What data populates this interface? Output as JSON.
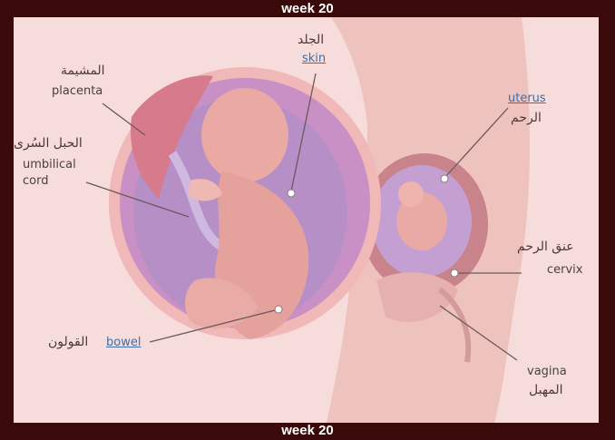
{
  "banner": {
    "top": "week 20",
    "bottom": "week 20"
  },
  "labels": {
    "skin_ar": "الجلد",
    "skin_en": "skin",
    "placenta_ar": "المشيمة",
    "placenta_en": "placenta",
    "cord_ar": "الحبل السُرى",
    "cord_en_1": "umbilical",
    "cord_en_2": "cord",
    "uterus_en": "uterus",
    "uterus_ar": "الرحم",
    "cervix_ar": "عنق الرحم",
    "cervix_en": "cervix",
    "bowel_en": "bowel",
    "bowel_ar": "القولون",
    "vagina_en": "vagina",
    "vagina_ar": "المهبل"
  },
  "colors": {
    "frame": "#3a0a0a",
    "background": "#f6dcda",
    "link": "#3f6fa8",
    "womb_purple": "#b58fc6",
    "fetus": "#e9a9a4"
  }
}
